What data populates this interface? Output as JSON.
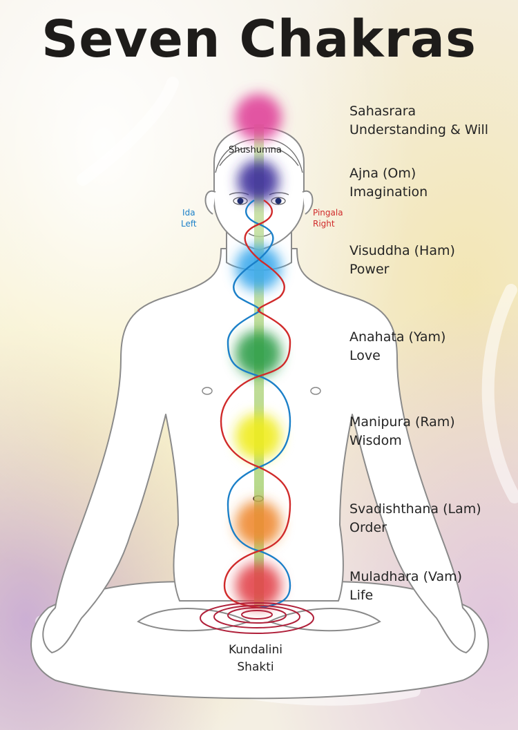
{
  "title": "Seven Chakras",
  "nadis": {
    "center": "Shushumna",
    "left": {
      "line1": "Ida",
      "line2": "Left",
      "color": "#1a7fc8"
    },
    "right": {
      "line1": "Pingala",
      "line2": "Right",
      "color": "#d02a2a"
    }
  },
  "chakras": [
    {
      "name": "Sahasrara",
      "quality": "Understanding & Will",
      "color": "#e0449a"
    },
    {
      "name": "Ajna (Om)",
      "quality": "Imagination",
      "color": "#3a2e9a"
    },
    {
      "name": "Visuddha (Ham)",
      "quality": "Power",
      "color": "#3aa8ec"
    },
    {
      "name": "Anahata (Yam)",
      "quality": "Love",
      "color": "#2e9d48"
    },
    {
      "name": "Manipura (Ram)",
      "quality": "Wisdom",
      "color": "#f0ec1e"
    },
    {
      "name": "Svadishthana (Lam)",
      "quality": "Order",
      "color": "#ee8a30"
    },
    {
      "name": "Muladhara (Vam)",
      "quality": "Life",
      "color": "#e2444a"
    }
  ],
  "base": {
    "line1": "Kundalini",
    "line2": "Shakti"
  },
  "colors": {
    "outline": "#8a8a8a",
    "spine": "#a8d070",
    "spiral": "#b0203a"
  }
}
